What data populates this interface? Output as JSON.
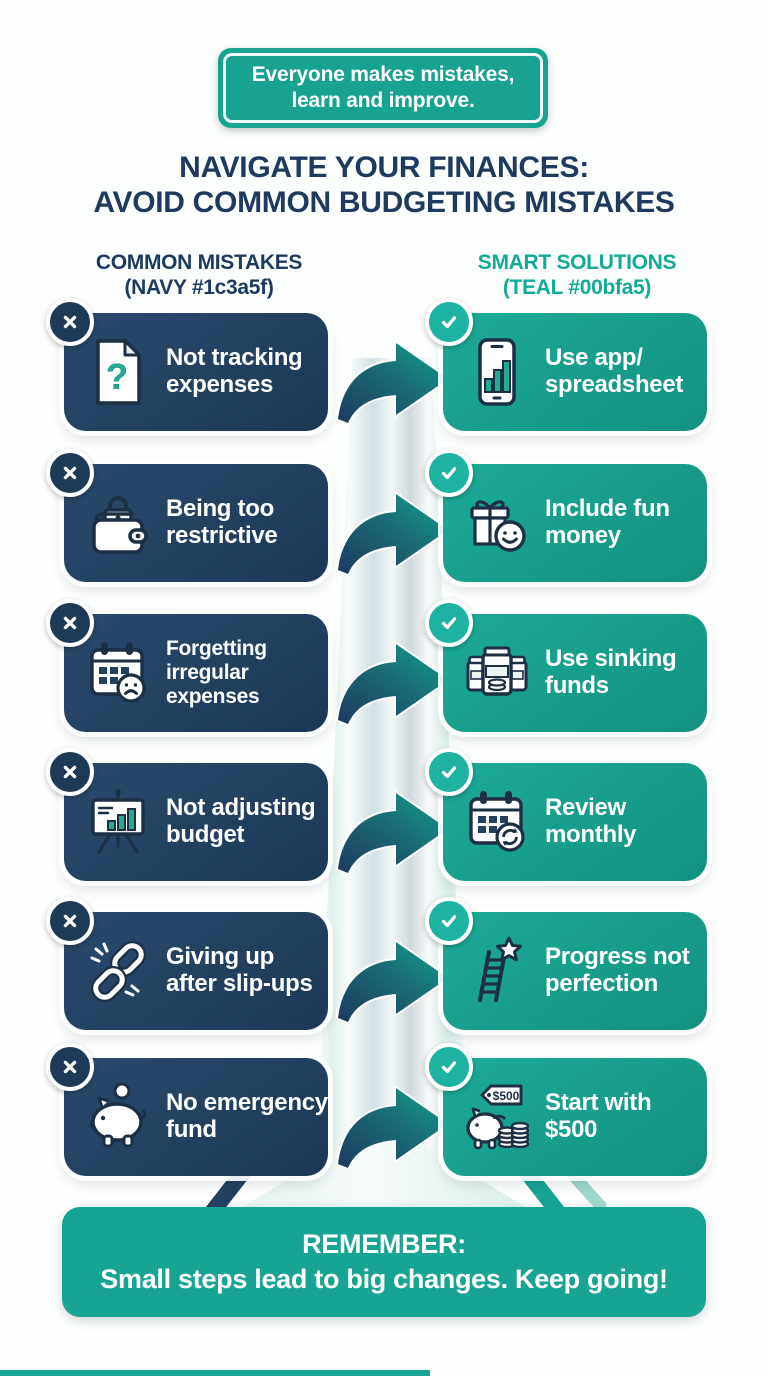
{
  "quote_banner": {
    "line1": "Everyone makes mistakes,",
    "line2": "learn and improve."
  },
  "title": {
    "line1": "NAVIGATE YOUR FINANCES:",
    "line2": "AVOID COMMON BUDGETING MISTAKES"
  },
  "column_headers": {
    "mistakes_title": "COMMON MISTAKES",
    "mistakes_subtitle": "(NAVY #1c3a5f)",
    "solutions_title": "SMART SOLUTIONS",
    "solutions_subtitle": "(TEAL #00bfa5)"
  },
  "colors": {
    "navy": "#1c3a5f",
    "teal": "#00bfa5"
  },
  "rows": [
    {
      "mistake": {
        "lines": [
          "Not tracking",
          "expenses"
        ],
        "icon": "document-question-icon",
        "glyph": "?"
      },
      "solution": {
        "lines": [
          "Use app/",
          "spreadsheet"
        ],
        "icon": "phone-chart-icon"
      }
    },
    {
      "mistake": {
        "lines": [
          "Being too",
          "restrictive"
        ],
        "icon": "locked-wallet-icon"
      },
      "solution": {
        "lines": [
          "Include fun",
          "money"
        ],
        "icon": "gift-smiley-icon"
      }
    },
    {
      "mistake": {
        "lines": [
          "Forgetting",
          "irregular",
          "expenses"
        ],
        "icon": "calendar-sad-icon"
      },
      "solution": {
        "lines": [
          "Use sinking",
          "funds"
        ],
        "icon": "savings-jars-icon"
      }
    },
    {
      "mistake": {
        "lines": [
          "Not adjusting",
          "budget"
        ],
        "icon": "chart-board-icon"
      },
      "solution": {
        "lines": [
          "Review",
          "monthly"
        ],
        "icon": "calendar-refresh-icon"
      }
    },
    {
      "mistake": {
        "lines": [
          "Giving up",
          "after slip-ups"
        ],
        "icon": "broken-chain-icon"
      },
      "solution": {
        "lines": [
          "Progress not",
          "perfection"
        ],
        "icon": "ladder-star-icon"
      }
    },
    {
      "mistake": {
        "lines": [
          "No emergency",
          "fund"
        ],
        "icon": "piggy-bank-icon"
      },
      "solution": {
        "lines": [
          "Start with",
          "$500"
        ],
        "icon": "piggy-tag-icon",
        "tag_text": "$500"
      }
    }
  ],
  "footer_banner": {
    "line1": "REMEMBER:",
    "line2": "Small steps lead to big changes. Keep going!"
  }
}
